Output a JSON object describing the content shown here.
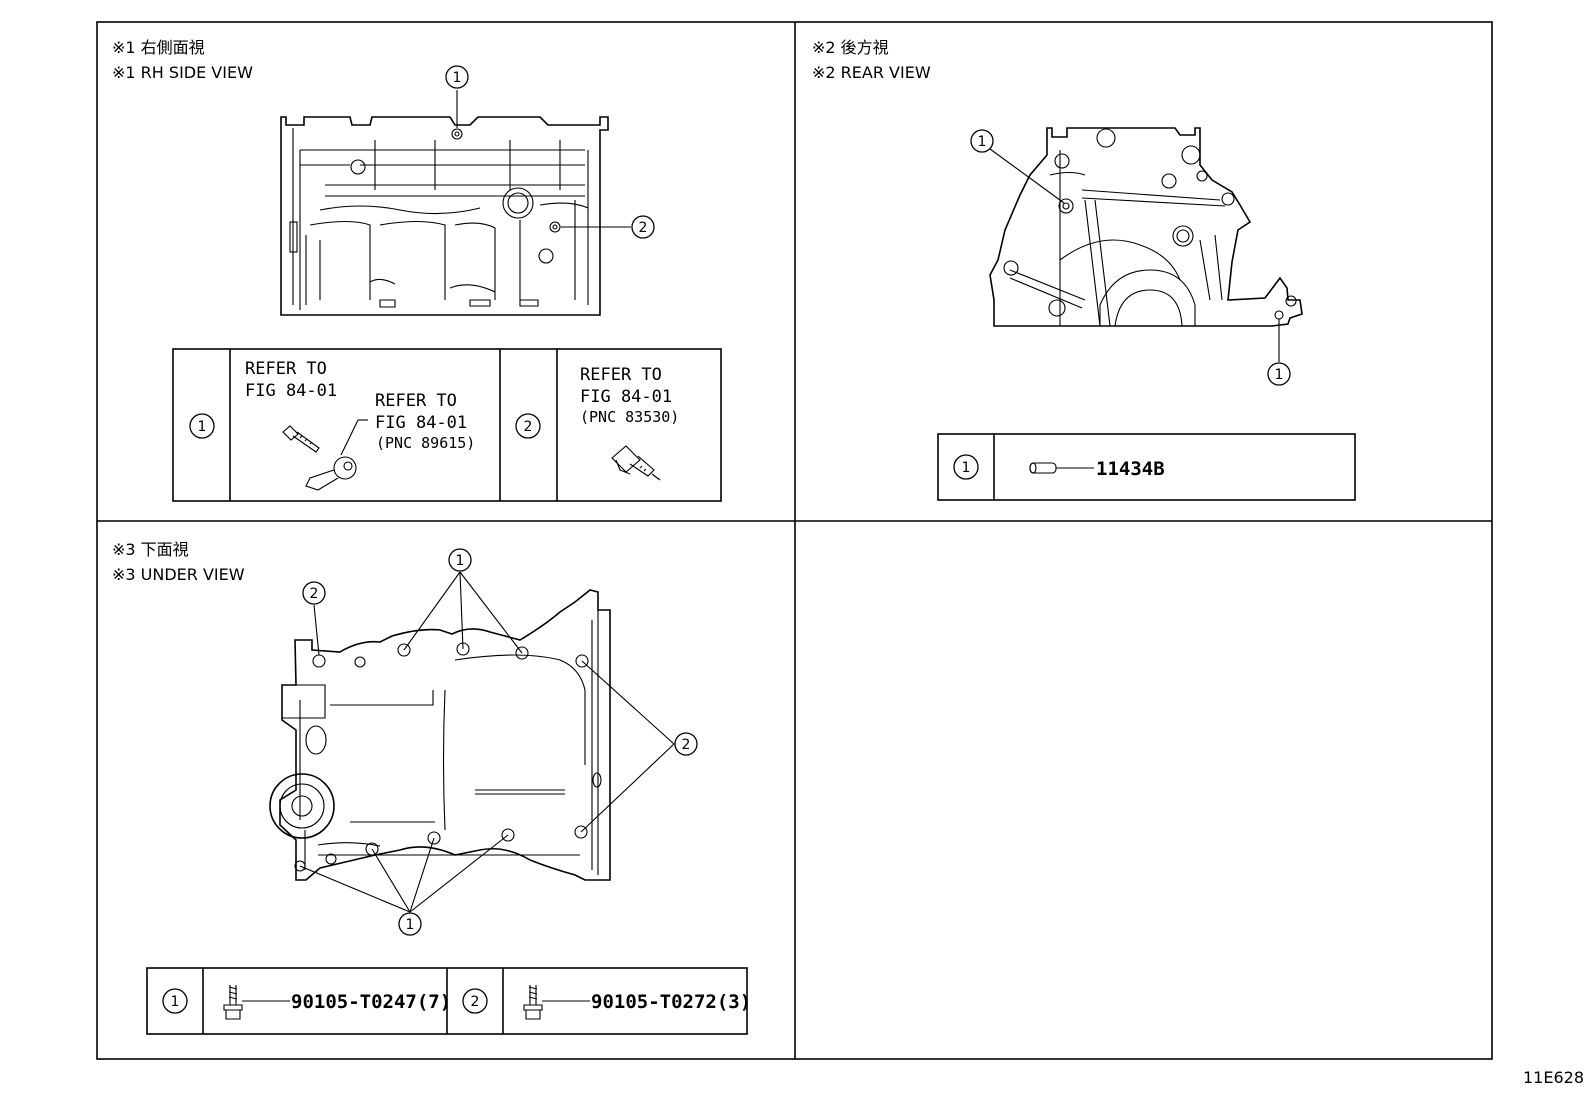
{
  "diagram_id": "11E628",
  "views": {
    "rh_side": {
      "title_jp": "※1 右側面視",
      "title_en": "※1 RH SIDE VIEW",
      "callouts": [
        "1",
        "2"
      ],
      "legend": {
        "item1": {
          "num": "1",
          "ref_a_line1": "REFER TO",
          "ref_a_line2": "FIG 84-01",
          "ref_b_line1": "REFER TO",
          "ref_b_line2": "FIG 84-01",
          "ref_b_pnc": "(PNC 89615)"
        },
        "item2": {
          "num": "2",
          "ref_line1": "REFER TO",
          "ref_line2": "FIG 84-01",
          "ref_pnc": "(PNC 83530)"
        }
      }
    },
    "rear": {
      "title_jp": "※2 後方視",
      "title_en": "※2 REAR VIEW",
      "callouts": [
        "1",
        "1"
      ],
      "legend": {
        "item1": {
          "num": "1",
          "part_no": "11434B"
        }
      }
    },
    "under": {
      "title_jp": "※3 下面視",
      "title_en": "※3 UNDER VIEW",
      "callouts": [
        "1",
        "2",
        "2",
        "1"
      ],
      "legend": {
        "item1": {
          "num": "1",
          "part_no": "90105-T0247(7)"
        },
        "item2": {
          "num": "2",
          "part_no": "90105-T0272(3)"
        }
      }
    }
  }
}
